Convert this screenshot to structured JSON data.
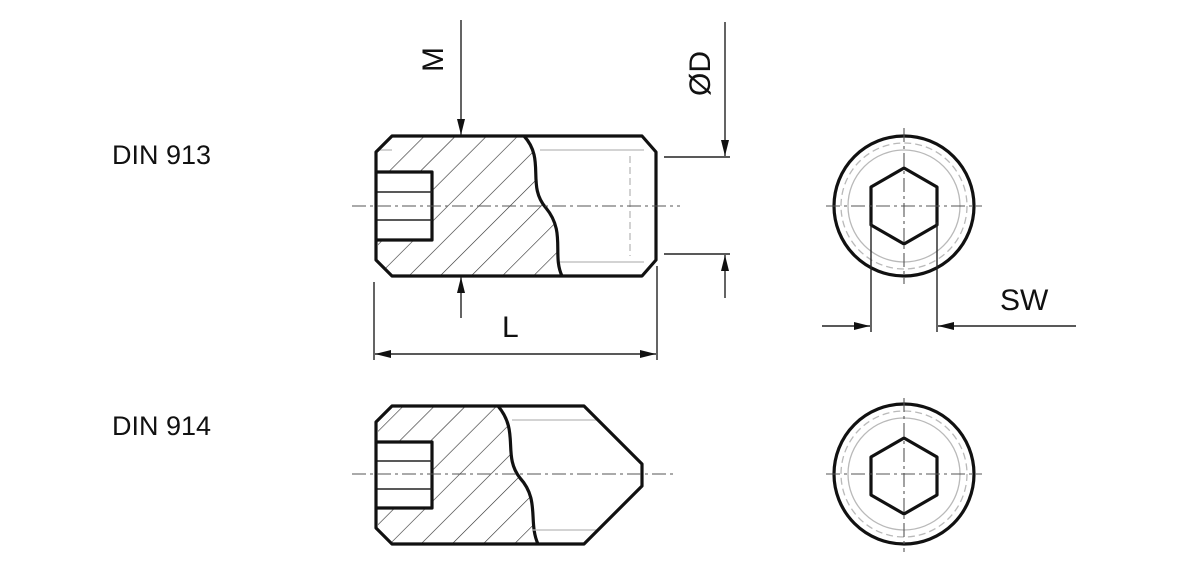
{
  "rows": [
    {
      "label": "DIN 913"
    },
    {
      "label": "DIN 914"
    }
  ],
  "dimensions": {
    "thread": "M",
    "diameter": "ØD",
    "length": "L",
    "wrench": "SW"
  },
  "colors": {
    "outline": "#111111",
    "hidden": "#b9b9b9",
    "hatch": "#2a2a2a"
  }
}
